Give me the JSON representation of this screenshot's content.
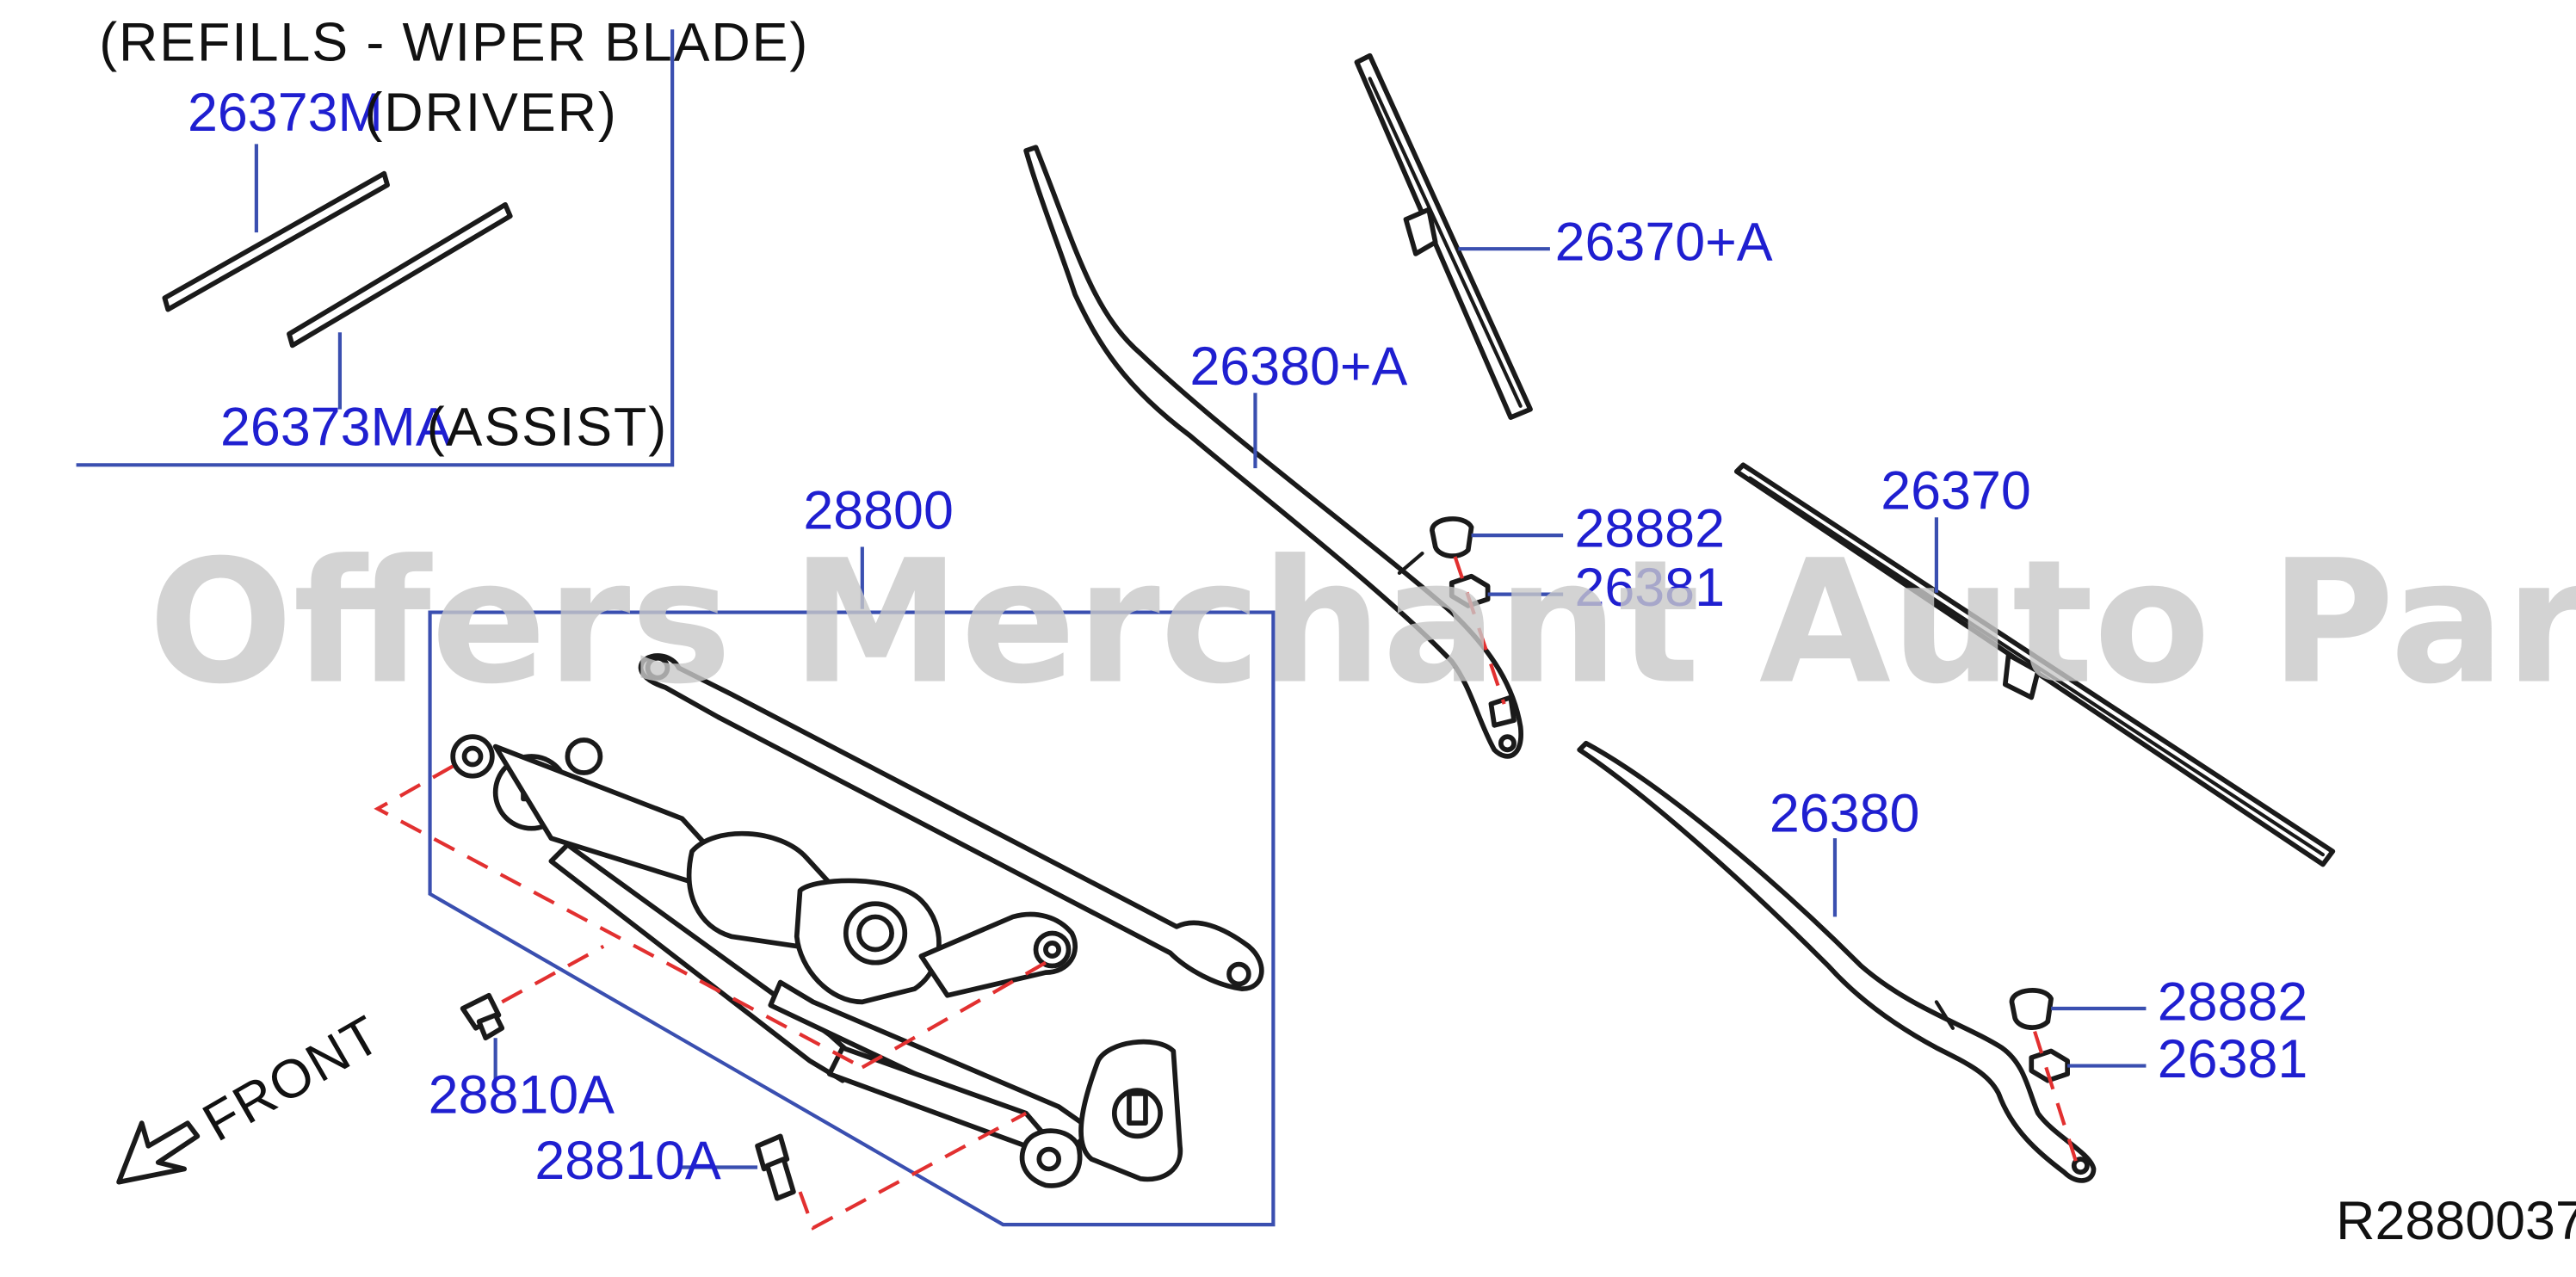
{
  "refills_title": "(REFILLS  -  WIPER  BLADE)",
  "refills": {
    "driver": {
      "part": "26373M",
      "side": "(DRIVER)"
    },
    "assist": {
      "part": "26373MA",
      "side": "(ASSIST)"
    }
  },
  "parts": {
    "blade_driver": "26370+A",
    "arm_driver": "26380+A",
    "cap_upper": "28882",
    "nut_upper": "26381",
    "blade_assist": "26370",
    "arm_assist": "26380",
    "cap_lower": "28882",
    "nut_lower": "26381",
    "linkage_motor": "28800",
    "bolt_left": "28810A",
    "bolt_bottom": "28810A"
  },
  "front_label": "FRONT",
  "diagram_code": "R2880037",
  "watermark": "Offers Merchant Auto Parts Catalog PARTSTORE.SA",
  "colors": {
    "label": "#1f1fd0",
    "leader": "#3a4fb0",
    "dash": "#e23030",
    "line": "#1a1a1a"
  }
}
